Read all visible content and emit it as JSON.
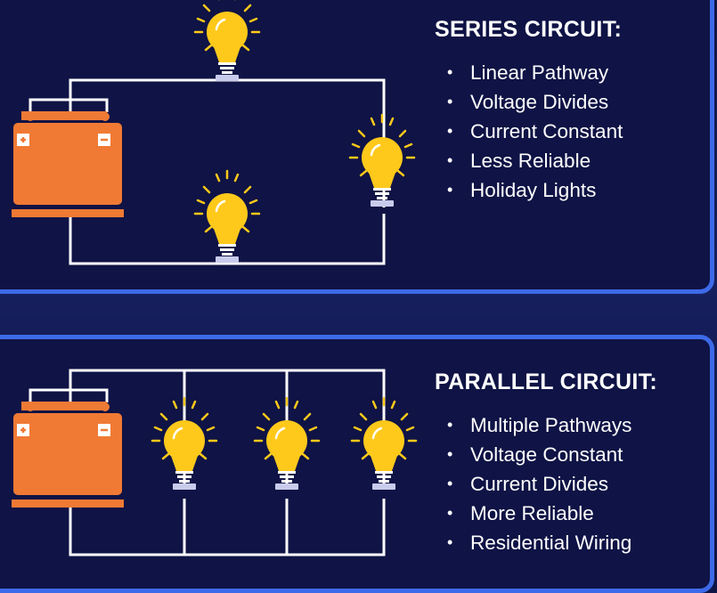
{
  "series": {
    "title": "SERIES CIRCUIT:",
    "items": [
      "Linear Pathway",
      "Voltage Divides",
      "Current Constant",
      "Less Reliable",
      "Holiday Lights"
    ]
  },
  "parallel": {
    "title": "PARALLEL CIRCUIT:",
    "items": [
      "Multiple Pathways",
      "Voltage Constant",
      "Current Divides",
      "More Reliable",
      "Residential Wiring"
    ]
  },
  "bullet": "•",
  "colors": {
    "background": "#101446",
    "panel_border": "#3d6ae8",
    "battery": "#f07a34",
    "bulb": "#ffc91b",
    "bulb_base": "#c8cbeb",
    "wire": "#ffffff"
  },
  "icons": [
    "battery-icon",
    "light-bulb-icon",
    "plus-icon",
    "minus-icon"
  ]
}
